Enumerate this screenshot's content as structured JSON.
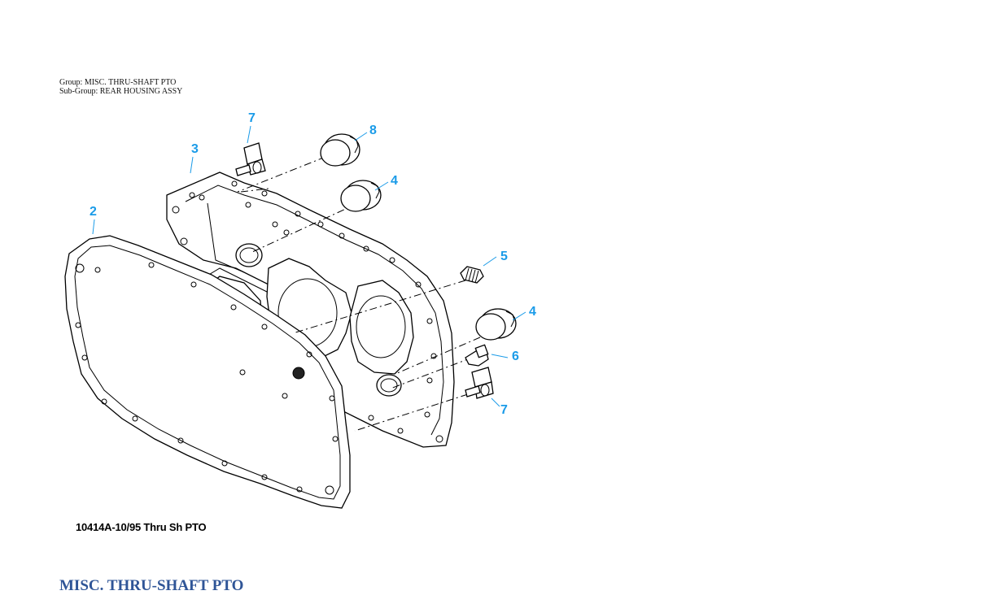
{
  "header": {
    "group": "Group: MISC. THRU-SHAFT PTO",
    "subgroup": "Sub-Group: REAR HOUSING ASSY"
  },
  "callouts": {
    "c7_top": "7",
    "c8": "8",
    "c3": "3",
    "c4_top": "4",
    "c2": "2",
    "c5": "5",
    "c4_mid": "4",
    "c6": "6",
    "c7_bottom": "7"
  },
  "caption": "10414A-10/95 Thru Sh PTO",
  "section_title": "MISC. THRU-SHAFT PTO",
  "colors": {
    "callout": "#1a9be8",
    "section_title": "#2f5597"
  }
}
